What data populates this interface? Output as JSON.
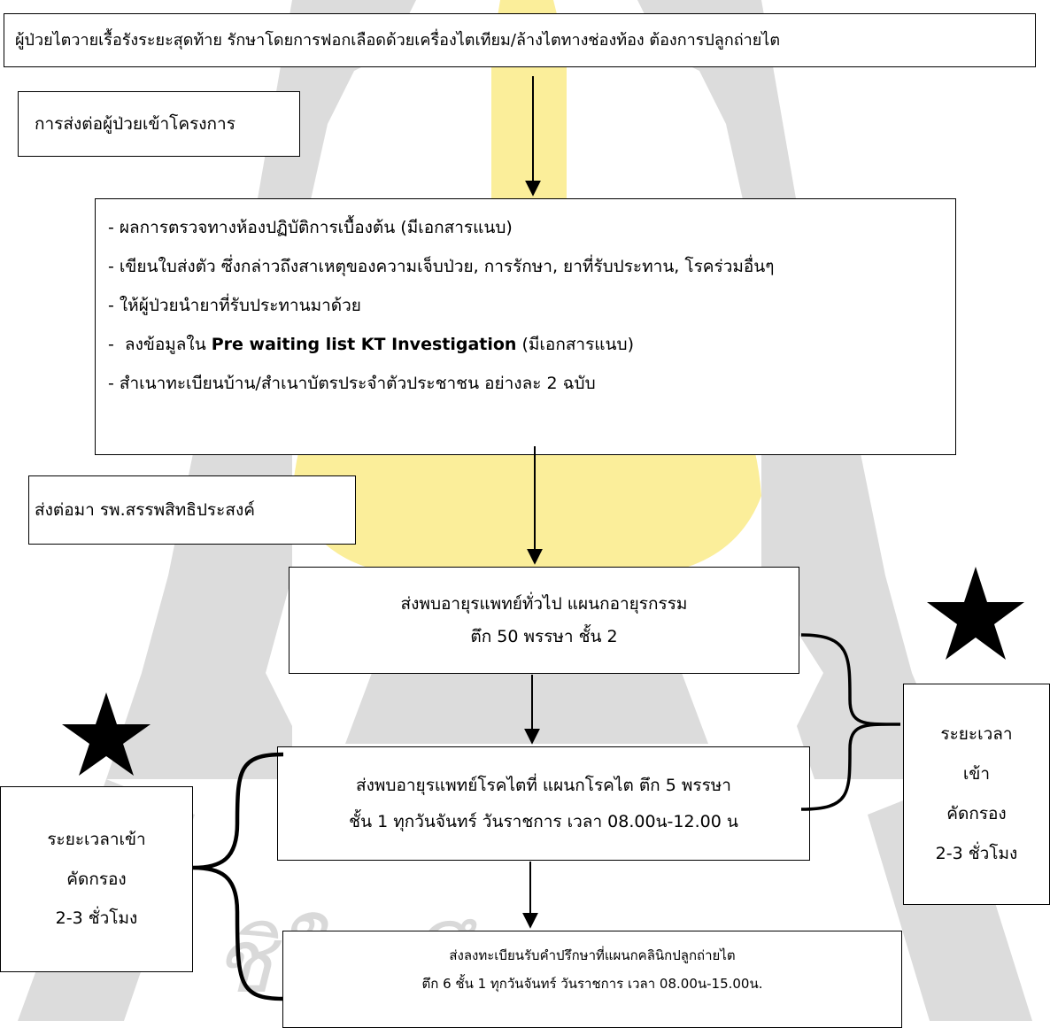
{
  "boxes": {
    "top": "ผู้ป่วยไตวายเรื้อรังระยะสุดท้าย รักษาโดยการฟอกเลือดด้วยเครื่องไตเทียม/ล้างไตทางช่องท้อง ต้องการปลูกถ่ายไต",
    "referral": "การส่งต่อผู้ป่วยเข้าโครงการ",
    "requirements": {
      "items": [
        "- ผลการตรวจทางห้องปฏิบัติการเบื้องต้น (มีเอกสารแนบ)",
        "- เขียนใบส่งตัว ซึ่งกล่าวถึงสาเหตุของความเจ็บป่วย, การรักษา, ยาที่รับประทาน, โรคร่วมอื่นๆ",
        "- ให้ผู้ป่วยนำยาที่รับประทานมาด้วย",
        "- สำเนาทะเบียนบ้าน/สำเนาบัตรประจำตัวประชาชน อย่างละ 2 ฉบับ"
      ],
      "item4_prefix": "-  ลงข้อมูลใน ",
      "item4_bold": "Pre waiting list KT Investigation",
      "item4_suffix": " (มีเอกสารแนบ)"
    },
    "hospital": "ส่งต่อมา รพ.สรรพสิทธิประสงค์",
    "general_med": {
      "line1": "ส่งพบอายุรแพทย์ทั่วไป แผนกอายุรกรรม",
      "line2": "ตึก 50 พรรษา ชั้น 2"
    },
    "nephro": {
      "line1": "ส่งพบอายุรแพทย์โรคไตที่ แผนกโรคไต  ตึก 5 พรรษา",
      "line2": "ชั้น 1 ทุกวันจันทร์ วันราชการ เวลา 08.00น-12.00 น"
    },
    "transplant": {
      "line1": "ส่งลงทะเบียนรับคำปรึกษาที่แผนกคลินิกปลูกถ่ายไต",
      "line2": "ตึก 6 ชั้น 1 ทุกวันจันทร์ วันราชการ เวลา 08.00น-15.00น."
    },
    "right_time": {
      "line1": "ระยะเวลา",
      "line2": "เข้า",
      "line3": "คัดกรอง",
      "line4": "2-3 ชั่วโมง"
    },
    "left_time": {
      "line1": "ระยะเวลาเข้า",
      "line2": "คัดกรอง",
      "line3": "2-3 ชั่วโมง"
    }
  },
  "watermark": {
    "text": "ชิใน ศึกษา",
    "colors": {
      "yellow": "#fbee9a",
      "gray": "#dcdcdc"
    }
  }
}
